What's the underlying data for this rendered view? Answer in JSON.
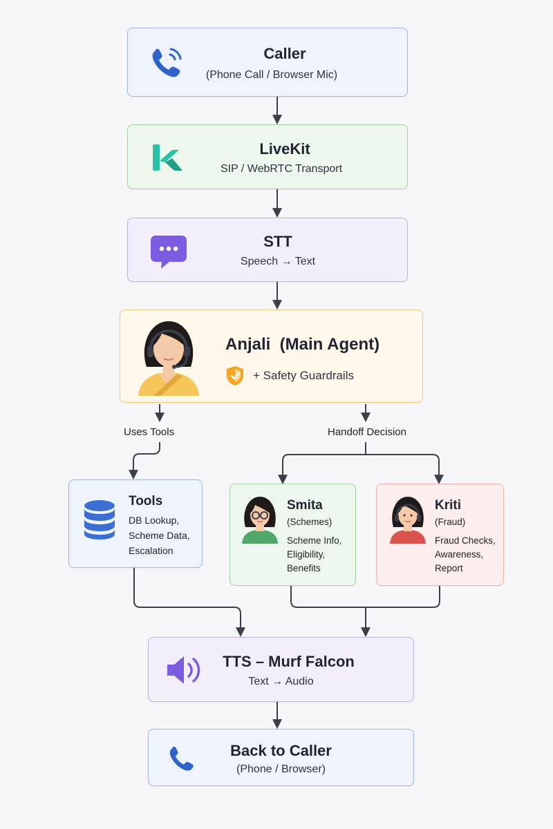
{
  "caller": {
    "title": "Caller",
    "subtitle": "(Phone Call / Browser Mic)"
  },
  "livekit": {
    "title": "LiveKit",
    "subtitle": "SIP / WebRTC Transport"
  },
  "stt": {
    "title": "STT",
    "subtitle": "Speech → Text"
  },
  "main_agent": {
    "title": "Anjali  (Main Agent)",
    "subtitle": "+ Safety Guardrails"
  },
  "edge_labels": {
    "uses_tools": "Uses Tools",
    "handoff": "Handoff Decision"
  },
  "tools": {
    "title": "Tools",
    "lines": [
      "DB Lookup,",
      "Scheme Data,",
      "Escalation"
    ]
  },
  "smita": {
    "title": "Smita",
    "role": "(Schemes)",
    "lines": [
      "Scheme Info,",
      "Eligibility,",
      "Benefits"
    ]
  },
  "kriti": {
    "title": "Kriti",
    "role": "(Fraud)",
    "lines": [
      "Fraud Checks,",
      "Awareness,",
      "Report"
    ]
  },
  "tts": {
    "title": "TTS – Murf Falcon",
    "subtitle": "Text → Audio"
  },
  "back": {
    "title": "Back to Caller",
    "subtitle": "(Phone / Browser)"
  },
  "colors": {
    "blue": "#eef3fd",
    "green": "#eef7ee",
    "purple": "#f2effb",
    "amber": "#fff8eb",
    "red": "#fdeeee",
    "connector": "#3a3f4a"
  },
  "icons": {
    "caller": "phone-signal-icon",
    "livekit": "livekit-logo-icon",
    "stt": "chat-bubble-icon",
    "main_agent": "agent-avatar-icon",
    "guardrails": "shield-icon",
    "tools": "database-icon",
    "smita": "smita-avatar-icon",
    "kriti": "kriti-avatar-icon",
    "tts": "speaker-icon",
    "back": "phone-icon"
  }
}
